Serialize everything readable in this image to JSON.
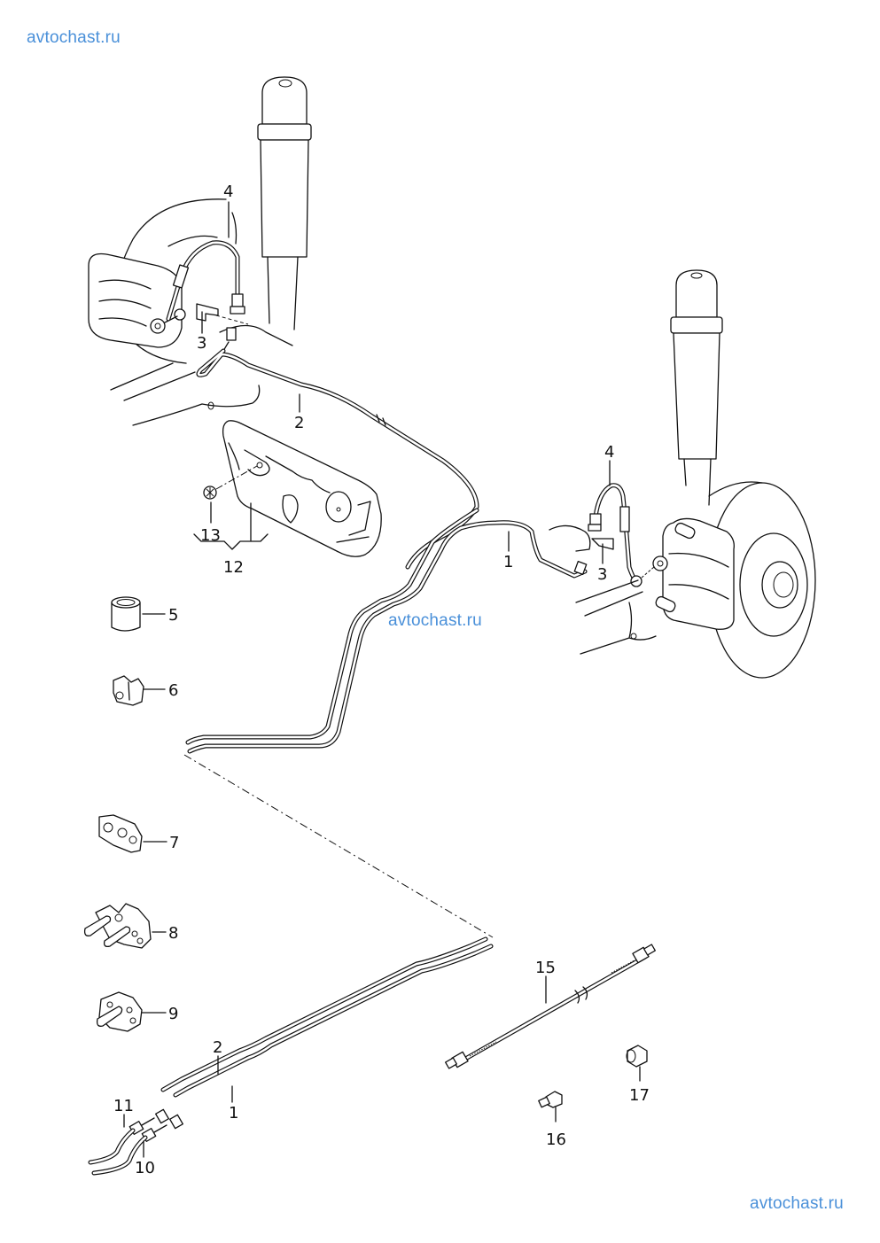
{
  "diagram": {
    "type": "exploded parts diagram",
    "subject": "brake lines with hoses, front/rear axle",
    "watermark_color": "#4a90d9",
    "watermarks": [
      "avtochast.ru",
      "avtochast.ru",
      "avtochast.ru"
    ],
    "callouts": [
      {
        "id": "c4a",
        "label": "4",
        "part": "brake hose (left)"
      },
      {
        "id": "c3a",
        "label": "3",
        "part": "retaining clip (left)"
      },
      {
        "id": "c2a",
        "label": "2",
        "part": "brake line 2 (upper)"
      },
      {
        "id": "c13",
        "label": "13",
        "part": "expanding nut"
      },
      {
        "id": "c12",
        "label": "12",
        "part": "bracket with nut"
      },
      {
        "id": "c4b",
        "label": "4",
        "part": "brake hose (right)"
      },
      {
        "id": "c1a",
        "label": "1",
        "part": "brake line 1 (upper)"
      },
      {
        "id": "c3b",
        "label": "3",
        "part": "retaining clip (right)"
      },
      {
        "id": "c5",
        "label": "5",
        "part": "sleeve"
      },
      {
        "id": "c6",
        "label": "6",
        "part": "clip"
      },
      {
        "id": "c7",
        "label": "7",
        "part": "line holder"
      },
      {
        "id": "c8",
        "label": "8",
        "part": "double line holder"
      },
      {
        "id": "c9",
        "label": "9",
        "part": "line holder"
      },
      {
        "id": "c15",
        "label": "15",
        "part": "brake line (universal)"
      },
      {
        "id": "c2b",
        "label": "2",
        "part": "brake line 2 (lower)"
      },
      {
        "id": "c1b",
        "label": "1",
        "part": "brake line 1 (lower)"
      },
      {
        "id": "c11",
        "label": "11",
        "part": "union nut"
      },
      {
        "id": "c10",
        "label": "10",
        "part": "union nut"
      },
      {
        "id": "c16",
        "label": "16",
        "part": "union screw"
      },
      {
        "id": "c17",
        "label": "17",
        "part": "connector nut"
      }
    ]
  }
}
